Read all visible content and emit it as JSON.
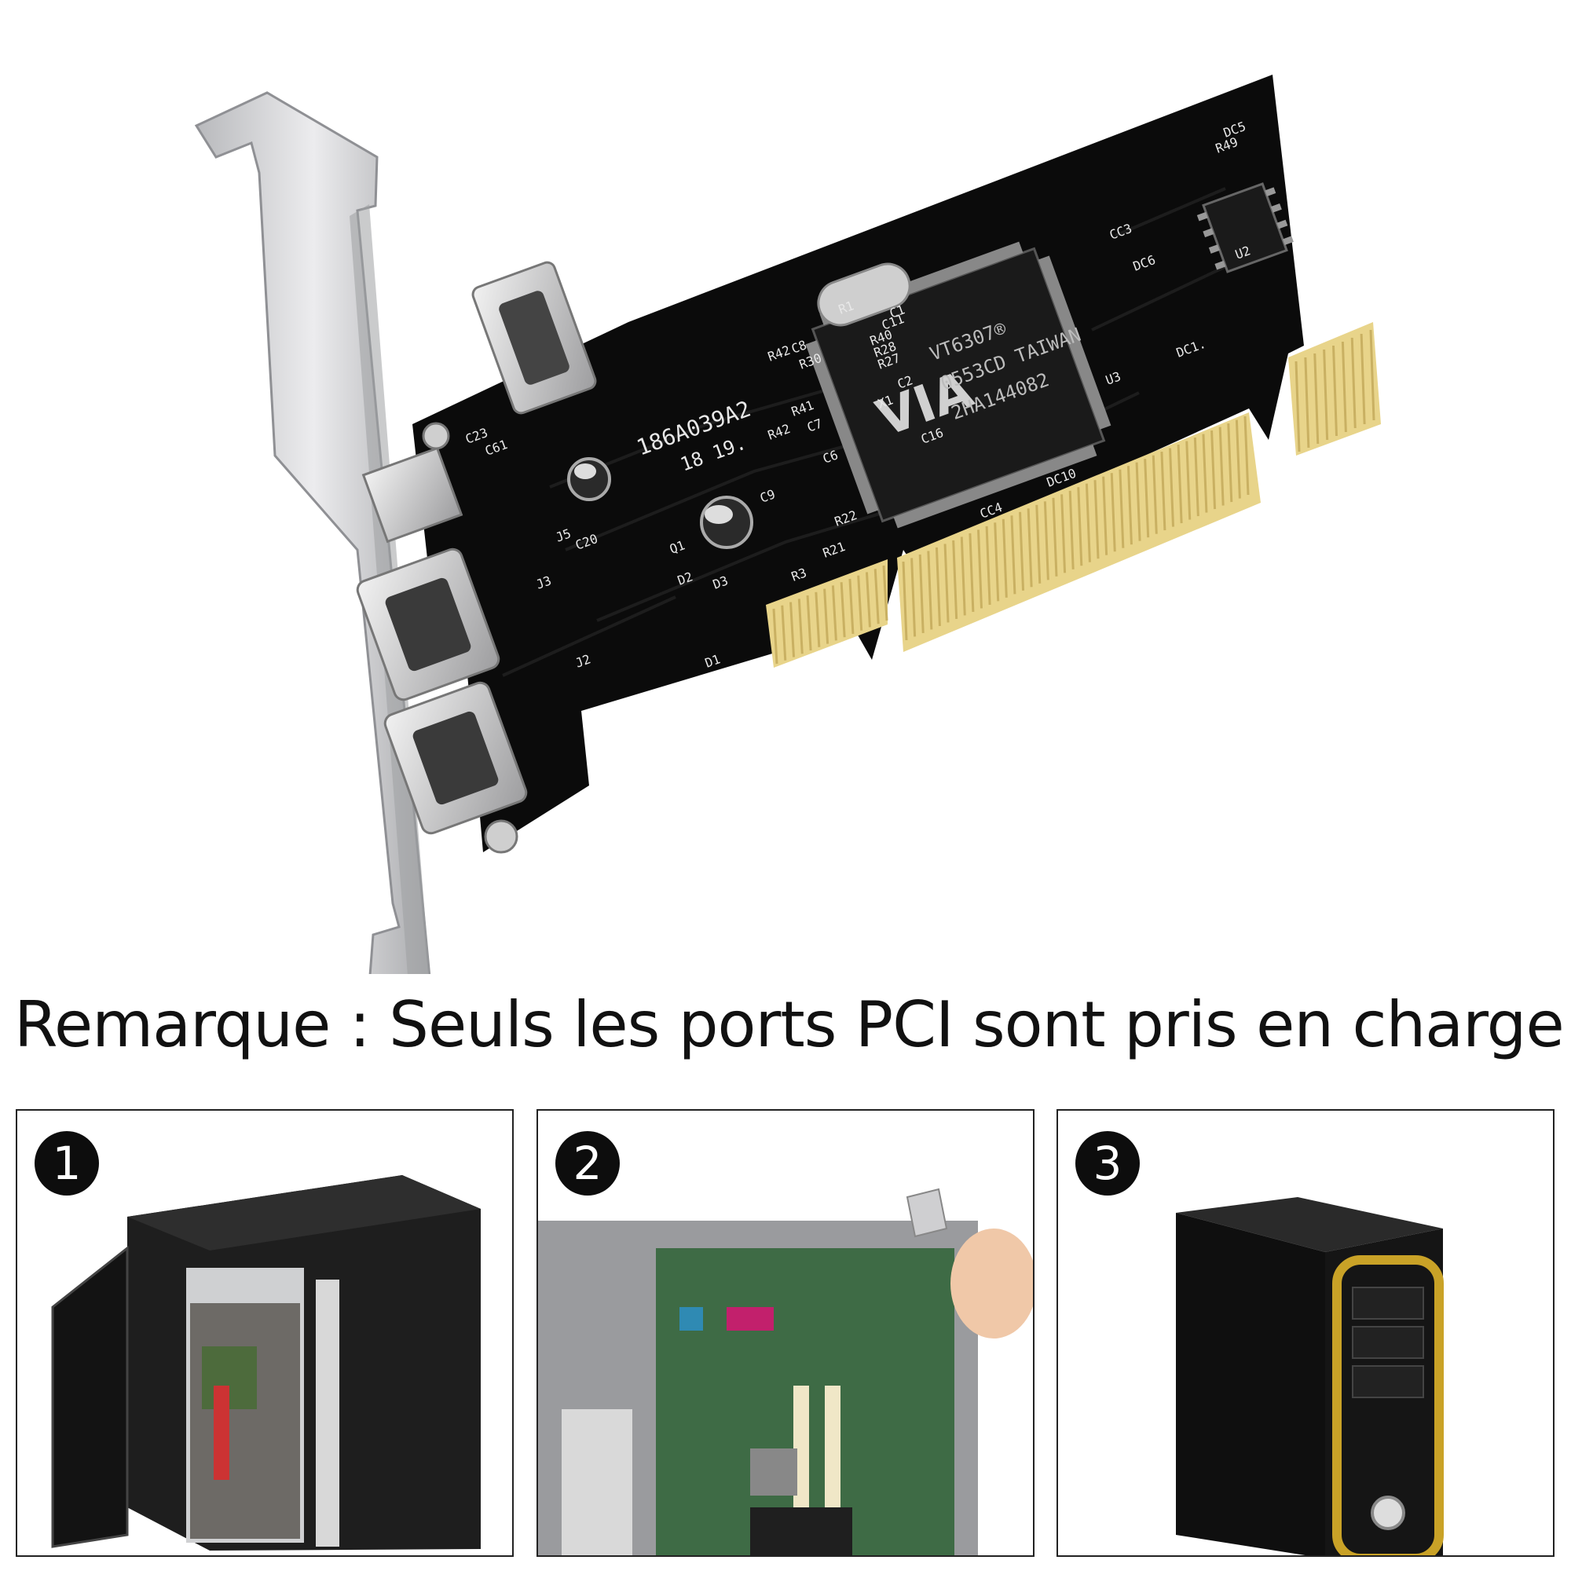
{
  "note": {
    "text": "Remarque : Seuls les ports PCI sont pris en charge"
  },
  "steps": [
    {
      "number": "1"
    },
    {
      "number": "2"
    },
    {
      "number": "3"
    }
  ],
  "board": {
    "chip_brand": "VIA",
    "chip_lines": [
      "VT6307®",
      "0553CD TAIWAN",
      "2HA144082"
    ],
    "serial": "186A039A2",
    "date_code": "18 19.",
    "labels": [
      "U2",
      "U3",
      "DC5",
      "R49",
      "DC6",
      "DC1.",
      "CC3",
      "C2",
      "C16",
      "DC10",
      "CC4",
      "C9",
      "C20",
      "Q1",
      "D2",
      "D3",
      "D1",
      "J5",
      "J3",
      "J2",
      "C23",
      "C61",
      "R42",
      "C8",
      "R30",
      "R27",
      "R28",
      "R40",
      "C11",
      "R41",
      "R42",
      "C7",
      "C6",
      "R22",
      "R21",
      "R3",
      "R1",
      "C1",
      "X1"
    ]
  },
  "colors": {
    "pcb": "#0b0b0b",
    "bracket": "#cfcfd1",
    "gold": "#e8d48a",
    "silk": "#e8e8e8",
    "tower_accent": "#c9a227"
  }
}
